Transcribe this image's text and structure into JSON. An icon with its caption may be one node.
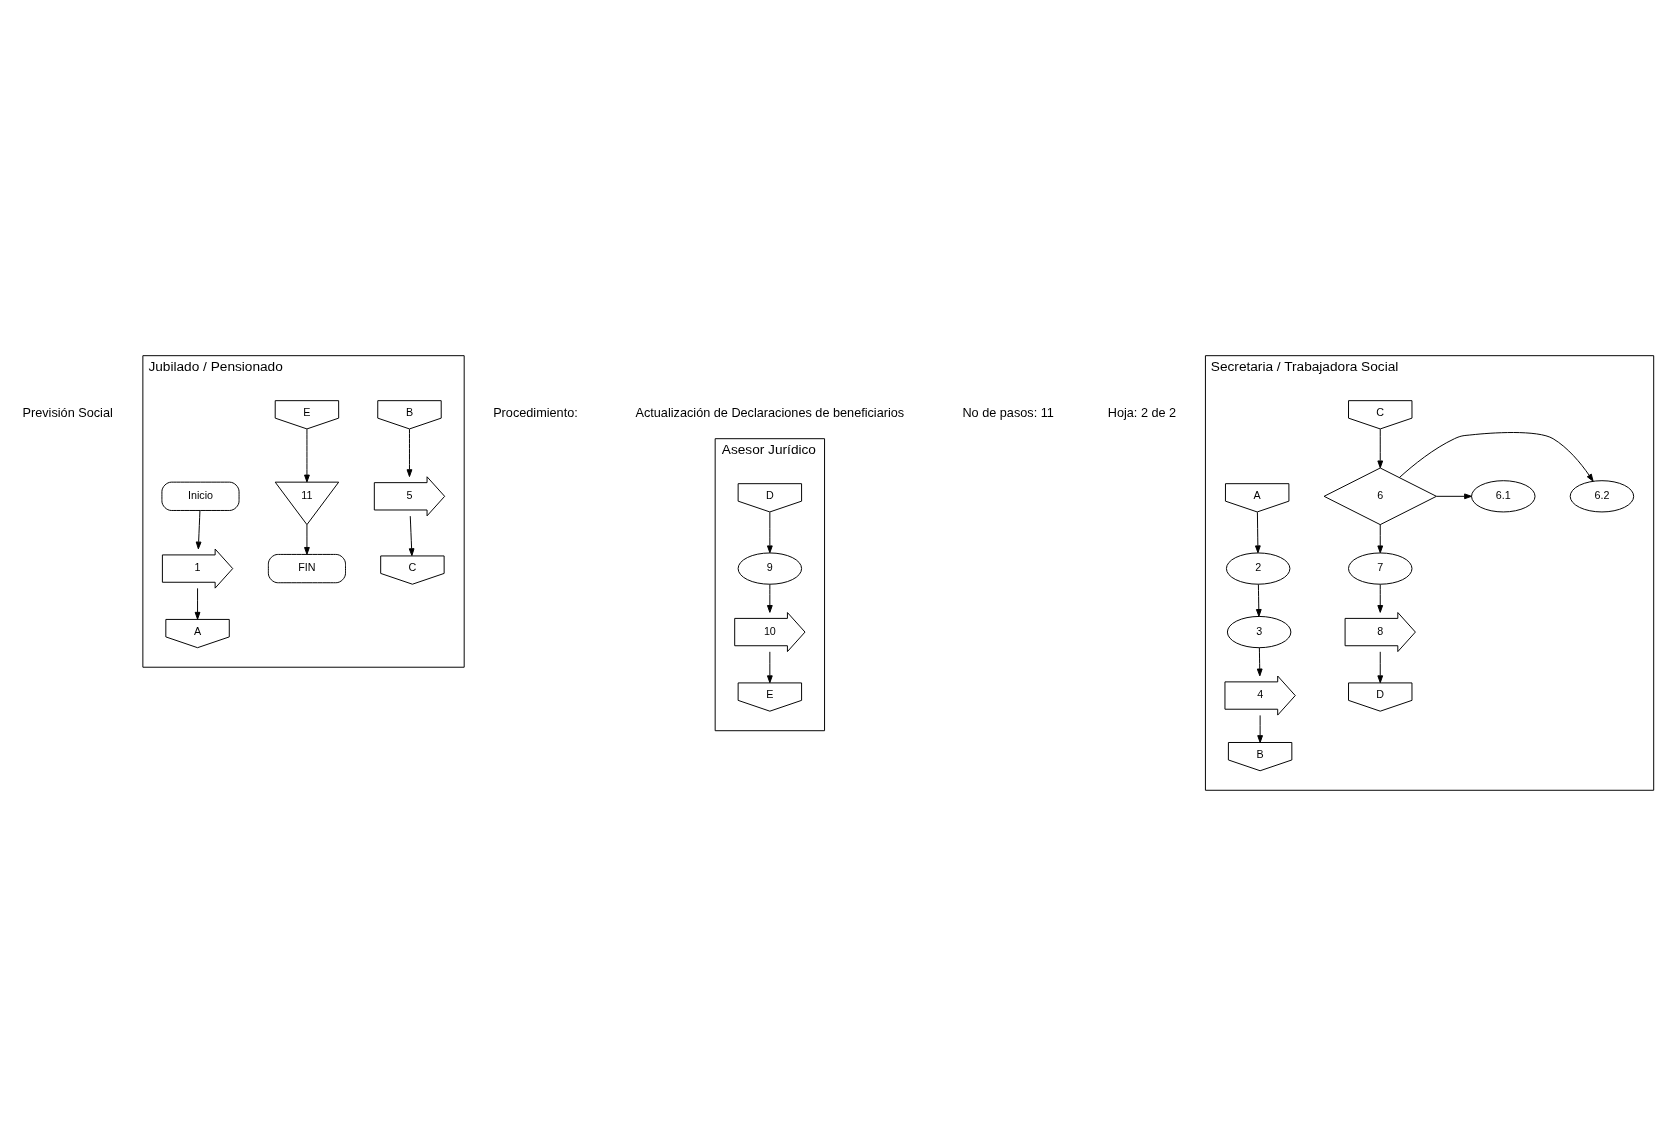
{
  "diagram": {
    "nodes": [
      {
        "text": [
          "Jubilado / Pensionado"
        ]
      },
      {
        "text": [
          "Secretaria / Trabajadora Social"
        ]
      },
      {
        "text": [
          "Asesor Jurídico"
        ]
      },
      {
        "text": [
          "Inicio"
        ],
        "in": 0
      },
      {
        "text": [
          "1"
        ],
        "in": 0
      },
      {
        "text": [
          "A"
        ],
        "in": 0
      },
      {
        "text": [
          "B"
        ],
        "in": 0
      },
      {
        "text": [
          "5"
        ],
        "in": 0
      },
      {
        "text": [
          "C"
        ],
        "in": 0
      },
      {
        "text": [
          "E"
        ],
        "in": 0
      },
      {
        "text": [
          "11"
        ],
        "in": 0
      },
      {
        "text": [
          "FIN"
        ],
        "in": 0
      },
      {
        "text": [
          "A"
        ],
        "in": 1
      },
      {
        "text": [
          "2"
        ],
        "in": 1
      },
      {
        "text": [
          "3"
        ],
        "in": 1
      },
      {
        "text": [
          "4"
        ],
        "in": 1
      },
      {
        "text": [
          "B"
        ],
        "in": 1
      },
      {
        "text": [
          "C"
        ],
        "in": 1
      },
      {
        "text": [
          "6"
        ],
        "in": 1
      },
      {
        "text": [
          "6.2"
        ],
        "in": 1
      },
      {
        "text": [
          "6.1"
        ],
        "in": 1
      },
      {
        "text": [
          "7"
        ],
        "in": 1
      },
      {
        "text": [
          "8"
        ],
        "in": 1
      },
      {
        "text": [
          "D"
        ],
        "in": 1
      },
      {
        "text": [
          "D"
        ],
        "in": 2
      },
      {
        "text": [
          "9"
        ],
        "in": 2
      },
      {
        "text": [
          "10"
        ],
        "in": 2
      },
      {
        "text": [
          "E"
        ],
        "in": 2
      }
    ],
    "edges": [
      {
        "from": 3,
        "to": 4,
        "arrow": "to"
      },
      {
        "from": 4,
        "to": 5,
        "arrow": "to"
      },
      {
        "from": 6,
        "to": 7,
        "arrow": "to"
      },
      {
        "from": 7,
        "to": 8,
        "arrow": "to"
      },
      {
        "from": 9,
        "to": 10,
        "arrow": "to"
      },
      {
        "from": 10,
        "to": 11,
        "arrow": "to"
      },
      {
        "from": 12,
        "to": 13,
        "arrow": "to"
      },
      {
        "from": 13,
        "to": 14,
        "arrow": "to"
      },
      {
        "from": 14,
        "to": 15,
        "arrow": "to"
      },
      {
        "from": 15,
        "to": 16,
        "arrow": "to"
      },
      {
        "from": 17,
        "to": 18,
        "arrow": "to"
      },
      {
        "from": 18,
        "to": 19,
        "arrow": "to"
      },
      {
        "from": 18,
        "to": 20,
        "arrow": "to"
      },
      {
        "from": 18,
        "to": 21,
        "arrow": "to"
      },
      {
        "from": 21,
        "to": 22,
        "arrow": "to"
      },
      {
        "from": 22,
        "to": 23,
        "arrow": "to"
      },
      {
        "from": 24,
        "to": 25,
        "arrow": "to"
      },
      {
        "from": 25,
        "to": 26,
        "arrow": "to"
      },
      {
        "from": 26,
        "to": 27,
        "arrow": "to"
      }
    ],
    "labels": [
      "Previsión Social",
      "Procedimiento:",
      "Actualización de Declaraciones de beneficiarios",
      "No de pasos: 11",
      "Hoja: 2 de 2"
    ]
  }
}
